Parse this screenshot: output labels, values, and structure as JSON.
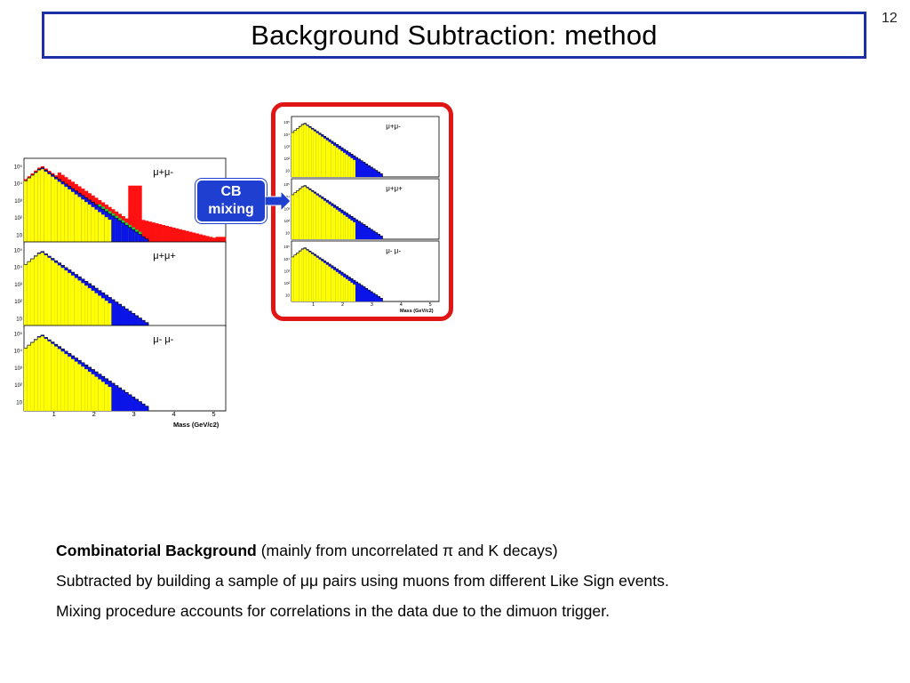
{
  "slide": {
    "number": "12",
    "title": "Background Subtraction: method"
  },
  "left_plot": {
    "panels": [
      {
        "label": "μ+μ-"
      },
      {
        "label": "μ+μ+"
      },
      {
        "label": "μ- μ-"
      }
    ],
    "x_axis": {
      "title": "Mass (GeV/c2)",
      "ticks": [
        "1",
        "2",
        "3",
        "4",
        "5"
      ]
    }
  },
  "right_plot": {
    "panels": [
      {
        "label": "μ+μ-"
      },
      {
        "label": "μ+μ+"
      },
      {
        "label": "μ- μ-"
      }
    ],
    "x_axis": {
      "title": "Mass (GeV/c2)",
      "ticks": [
        "1",
        "2",
        "3",
        "4",
        "5"
      ]
    }
  },
  "callout": {
    "line1": "CB",
    "line2": "mixing",
    "color": "#1f3fd1"
  },
  "caption": {
    "line1_bold": "Combinatorial Background",
    "line1_rest": " (mainly from uncorrelated π and K decays)",
    "line2": "Subtracted by building a sample of μμ pairs using muons from different Like Sign events.",
    "line3": "Mixing procedure accounts for correlations in the data due to the dimuon trigger."
  },
  "colors": {
    "title_border": "#1c2fa6",
    "highlight_frame": "#e01616",
    "fill_yellow": "#ffff00",
    "fill_blue": "#0a14e8",
    "fill_red": "#ff1010",
    "fill_green": "#19d23c"
  }
}
